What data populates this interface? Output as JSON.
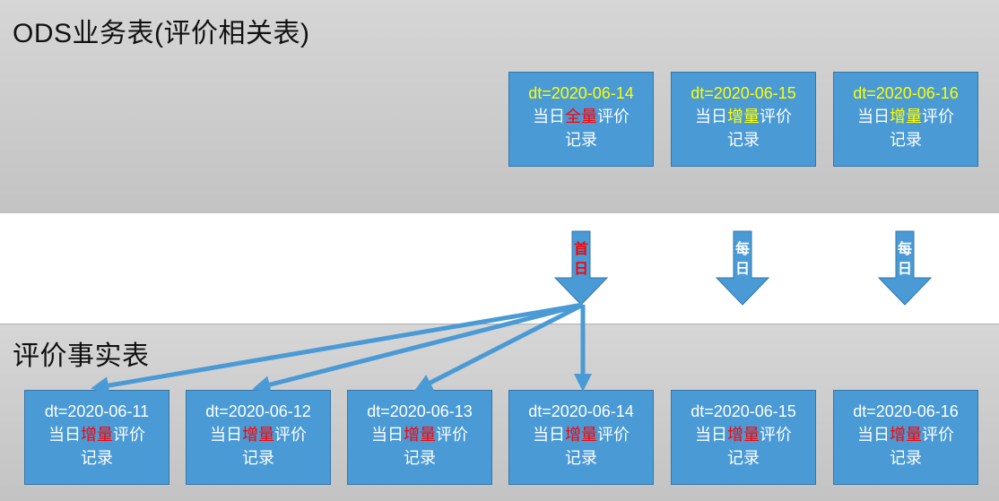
{
  "ods_section": {
    "title": "ODS业务表(评价相关表)",
    "boxes": [
      {
        "dt": "dt=2020-06-14",
        "prefix": "当日",
        "keyword": "全量",
        "suffix": "评价",
        "line3": "记录"
      },
      {
        "dt": "dt=2020-06-15",
        "prefix": "当日",
        "keyword": "增量",
        "suffix": "评价",
        "line3": "记录"
      },
      {
        "dt": "dt=2020-06-16",
        "prefix": "当日",
        "keyword": "增量",
        "suffix": "评价",
        "line3": "记录"
      }
    ]
  },
  "fact_section": {
    "title": "评价事实表",
    "boxes": [
      {
        "dt": "dt=2020-06-11",
        "prefix": "当日",
        "keyword": "增量",
        "suffix": "评价",
        "line3": "记录"
      },
      {
        "dt": "dt=2020-06-12",
        "prefix": "当日",
        "keyword": "增量",
        "suffix": "评价",
        "line3": "记录"
      },
      {
        "dt": "dt=2020-06-13",
        "prefix": "当日",
        "keyword": "增量",
        "suffix": "评价",
        "line3": "记录"
      },
      {
        "dt": "dt=2020-06-14",
        "prefix": "当日",
        "keyword": "增量",
        "suffix": "评价",
        "line3": "记录"
      },
      {
        "dt": "dt=2020-06-15",
        "prefix": "当日",
        "keyword": "增量",
        "suffix": "评价",
        "line3": "记录"
      },
      {
        "dt": "dt=2020-06-16",
        "prefix": "当日",
        "keyword": "增量",
        "suffix": "评价",
        "line3": "记录"
      }
    ]
  },
  "load_arrows": [
    {
      "line1": "首",
      "line2": "日"
    },
    {
      "line1": "每",
      "line2": "日"
    },
    {
      "line1": "每",
      "line2": "日"
    }
  ],
  "colors": {
    "box_fill": "#4a9ad6",
    "arrow_fill": "#4a9ad6",
    "highlight_red": "#ff0000",
    "highlight_yellow": "#ffff00"
  }
}
